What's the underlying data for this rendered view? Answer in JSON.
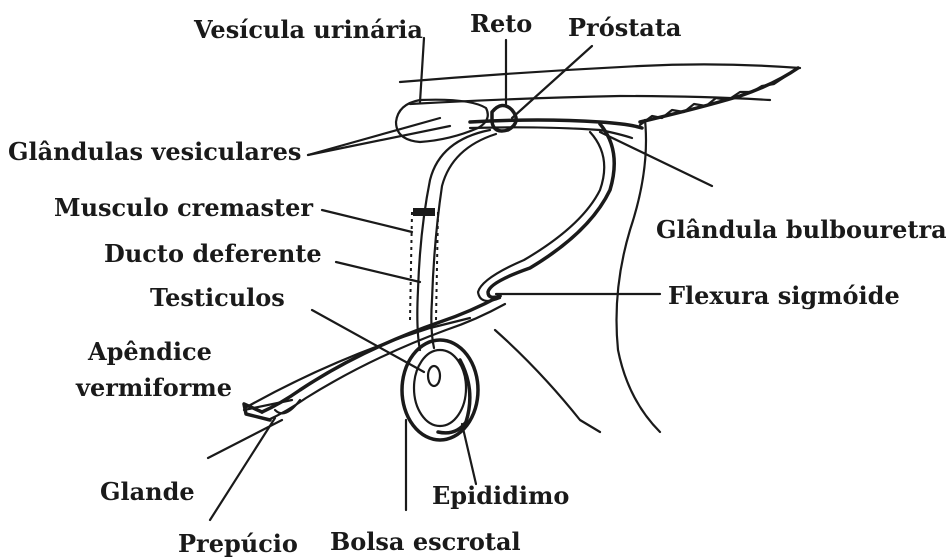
{
  "labels": {
    "vesicula_urinaria": "Vesícula urinária",
    "reto": "Reto",
    "prostata": "Próstata",
    "glandulas_vesiculares": "Glândulas vesiculares",
    "musculo_cremaster": "Musculo cremaster",
    "glandula_bulbouretral": "Glândula bulbouretral",
    "ducto_deferente": "Ducto deferente",
    "testiculos": "Testiculos",
    "flexura_sigmoide": "Flexura sigmóide",
    "apendice_line1": "Apêndice",
    "apendice_line2": "vermiforme",
    "glande": "Glande",
    "epididimo": "Epididimo",
    "prepucio": "Prepúcio",
    "bolsa_escrotal": "Bolsa escrotal"
  }
}
